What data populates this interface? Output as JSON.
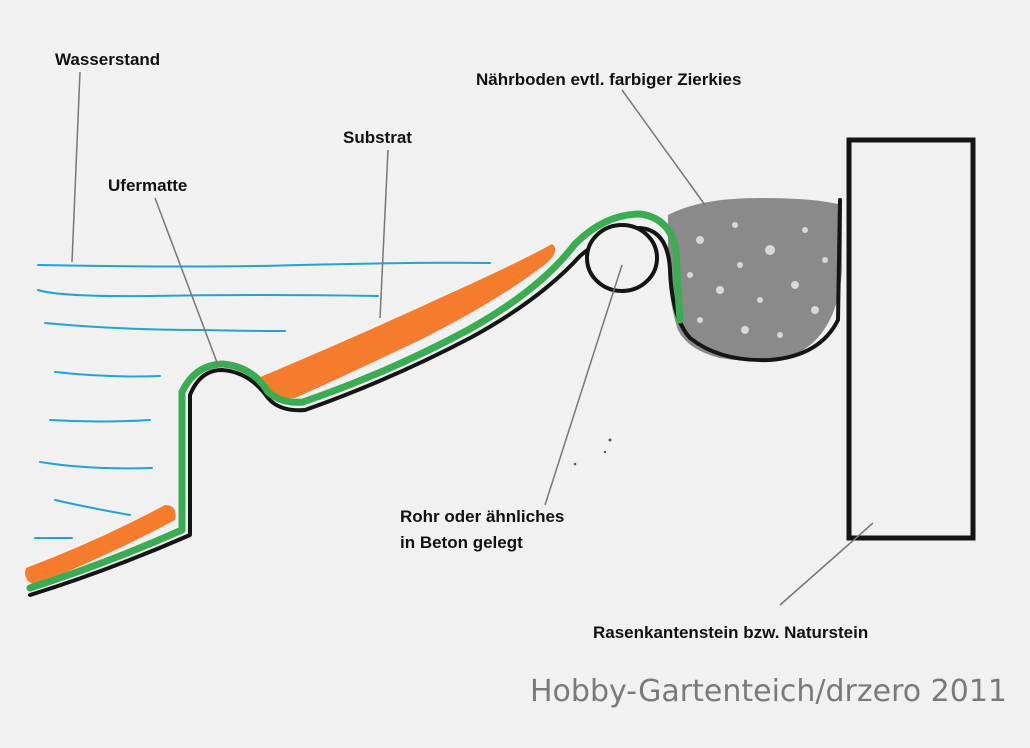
{
  "labels": {
    "wasserstand": "Wasserstand",
    "ufermatte": "Ufermatte",
    "substrat": "Substrat",
    "naehrboden": "Nährboden evtl. farbiger Zierkies",
    "rohr_line1": "Rohr oder ähnliches",
    "rohr_line2": "in Beton gelegt",
    "rasenkante": "Rasenkantenstein bzw. Naturstein"
  },
  "watermark": "Hobby-Gartenteich/drzero 2011",
  "colors": {
    "background": "#f1f1f1",
    "water": "#1fa3d8",
    "substrate": "#f47c2c",
    "mat": "#3aad52",
    "outline": "#151515",
    "gravel": "#8a8a8a",
    "leader": "#777777"
  }
}
